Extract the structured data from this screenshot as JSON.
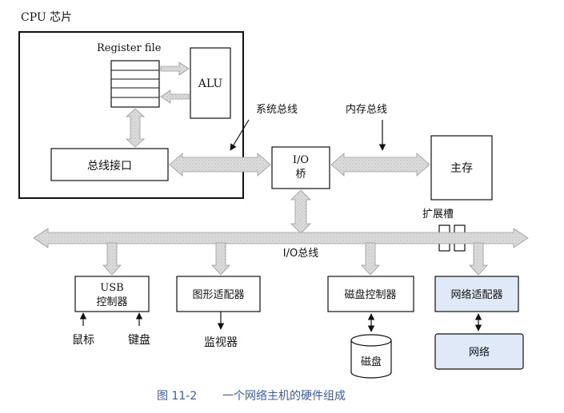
{
  "cpu": {
    "title": "CPU 芯片",
    "register_file": "Register file",
    "alu": "ALU",
    "bus_interface": "总线接口"
  },
  "labels": {
    "system_bus": "系统总线",
    "memory_bus": "内存总线",
    "io_bridge_line1": "I/O",
    "io_bridge_line2": "桥",
    "main_memory": "主存",
    "expansion_slots": "扩展槽",
    "io_bus": "I/O总线"
  },
  "devices": {
    "usb_line1": "USB",
    "usb_line2": "控制器",
    "mouse": "鼠标",
    "keyboard": "键盘",
    "graphics_adapter": "图形适配器",
    "monitor": "监视器",
    "disk_controller": "磁盘控制器",
    "disk": "磁盘",
    "network_adapter": "网络适配器",
    "network": "网络"
  },
  "caption": {
    "figure_number": "图 11-2",
    "text": "一个网络主机的硬件组成"
  },
  "colors": {
    "bus_fill": "#dcdcdc",
    "bus_stroke": "#9a9a9a",
    "highlight_fill": "#dfe9f7",
    "caption_color": "#3b5aa8"
  }
}
